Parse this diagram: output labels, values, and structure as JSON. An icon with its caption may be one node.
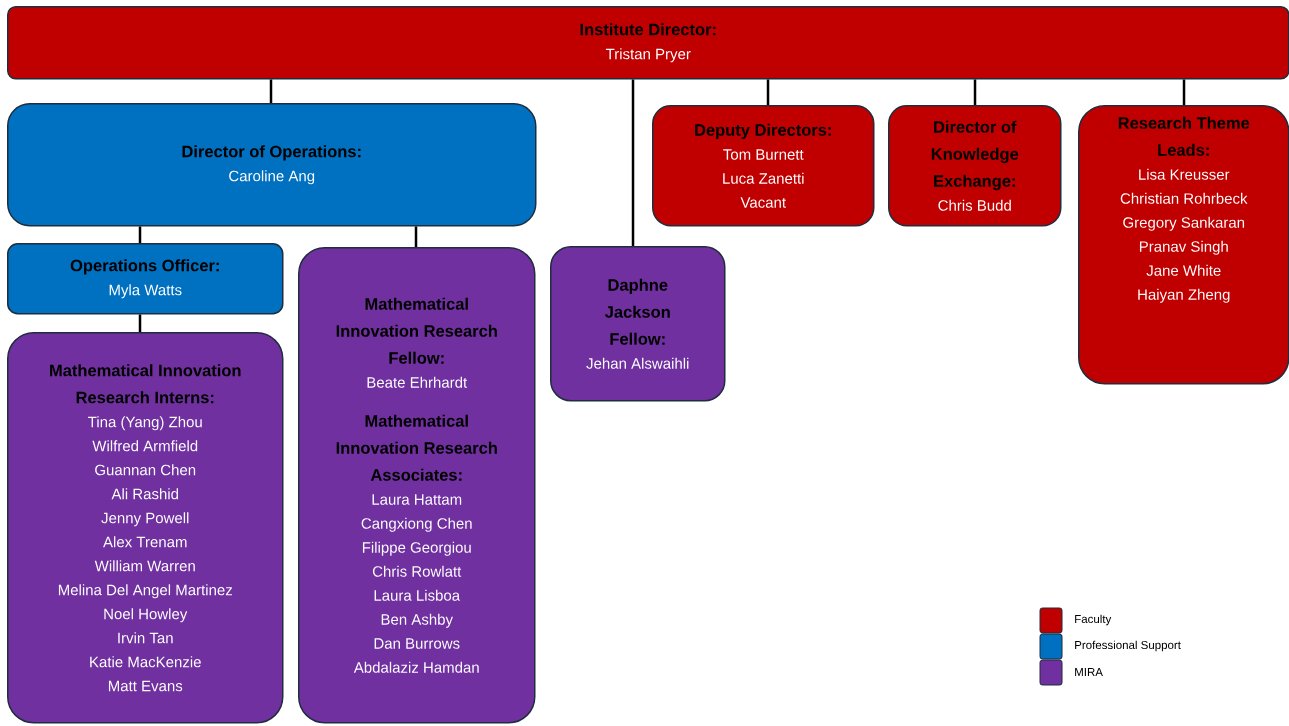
{
  "diagram": {
    "nodes": [
      {
        "text": [
          "Institute Director:",
          "Tristan Pryer"
        ]
      },
      {
        "text": [
          "Director of Operations:",
          "Caroline Ang"
        ]
      },
      {
        "text": [
          "Deputy Directors:",
          "Tom Burnett",
          "Luca Zanetti",
          "Vacant"
        ]
      },
      {
        "text": [
          "Director of Knowledge Exchange:",
          "Chris Budd"
        ]
      },
      {
        "text": [
          "Research Theme Leads:",
          "Lisa Kreusser",
          "Christian Rohrbeck",
          "Gregory Sankaran",
          "Pranav Singh",
          "Jane White",
          "Haiyan Zheng"
        ]
      },
      {
        "text": [
          "Operations Officer:",
          "Myla Watts"
        ]
      },
      {
        "text": [
          "Mathematical Innovation Research Fellow:",
          "Beate Ehrhardt",
          "Mathematical Innovation Research Associates:",
          "Laura Hattam",
          "Cangxiong Chen",
          "Filippe Georgiou",
          "Chris Rowlatt",
          "Laura Lisboa",
          "Ben Ashby",
          "Dan Burrows",
          "Abdalaziz Hamdan"
        ]
      },
      {
        "text": [
          "Daphne Jackson Fellow:",
          "Jehan Alswaihli"
        ]
      },
      {
        "text": [
          "Mathematical Innovation Research Interns:",
          "Tina (Yang) Zhou",
          "Wilfred Armfield",
          "Guannan Chen",
          "Ali Rashid",
          "Jenny Powell",
          "Alex Trenam",
          "William Warren",
          "Melina Del Angel Martinez",
          "Noel Howley",
          "Irvin Tan",
          "Katie MacKenzie",
          "Matt Evans"
        ]
      }
    ],
    "edges": [
      {
        "from": 0,
        "to": 1,
        "arrow": "none"
      },
      {
        "from": 0,
        "to": 7,
        "arrow": "none"
      },
      {
        "from": 0,
        "to": 2,
        "arrow": "none"
      },
      {
        "from": 0,
        "to": 3,
        "arrow": "none"
      },
      {
        "from": 0,
        "to": 4,
        "arrow": "none"
      },
      {
        "from": 1,
        "to": 5,
        "arrow": "none"
      },
      {
        "from": 1,
        "to": 6,
        "arrow": "none"
      },
      {
        "from": 5,
        "to": 8,
        "arrow": "none"
      }
    ],
    "legend": [
      {
        "text": "Faculty",
        "color": "#c00000"
      },
      {
        "text": "Professional Support",
        "color": "#0070c0"
      },
      {
        "text": "MIRA",
        "color": "#7030a0"
      }
    ]
  }
}
